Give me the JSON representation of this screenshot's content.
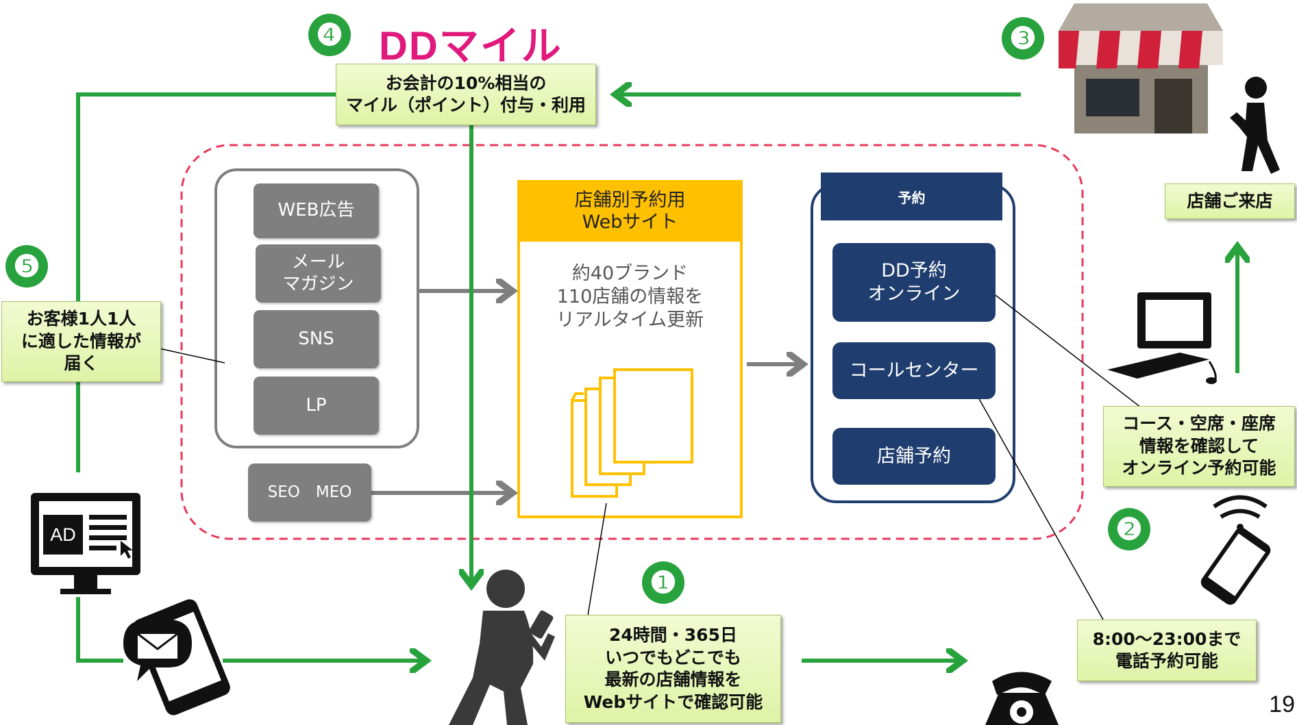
{
  "brand": {
    "logo_text": "DDマイル",
    "logo_color": "#e0197d"
  },
  "markers": [
    "❶",
    "❷",
    "❸",
    "❹",
    "❺"
  ],
  "notes": {
    "mile": "お会計の10%相当の\nマイル（ポイント）付与・利用",
    "customer": "お客様1人1人\nに適した情報が\n届く",
    "visit": "店舗ご来店",
    "online": "コース・空席・座席\n情報を確認して\nオンライン予約可能",
    "phone": "8:00〜23:00まで\n電話予約可能",
    "web_anytime": "24時間・365日\nいつでもどこでも\n最新の店舗情報を\nWebサイトで確認可能"
  },
  "channels": [
    "WEB広告",
    "メール\nマガジン",
    "SNS",
    "LP"
  ],
  "seo": "SEO　MEO",
  "website": {
    "title": "店舗別予約用\nWebサイト",
    "body": "約40ブランド\n110店舗の情報を\nリアルタイム更新"
  },
  "reservation": {
    "title": "予約",
    "items": [
      "DD予約\nオンライン",
      "コールセンター",
      "店舗予約"
    ]
  },
  "ad_label": "AD",
  "page_number": "19",
  "colors": {
    "green": "#27a23c",
    "gray": "#7f7f7f",
    "navy": "#1f3d6e",
    "yellow": "#ffc000",
    "dashed": "#e8385a",
    "note_bg": "#e6f5b8"
  }
}
